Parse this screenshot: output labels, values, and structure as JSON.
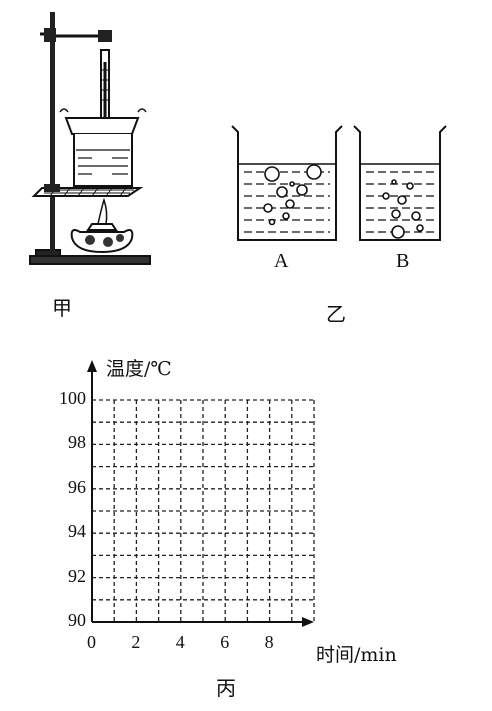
{
  "figure_jia": {
    "caption": "甲"
  },
  "figure_yi": {
    "caption": "乙",
    "beaker_a_label": "A",
    "beaker_b_label": "B"
  },
  "figure_bing": {
    "caption": "丙",
    "chart_data": {
      "type": "line",
      "ylabel": "温度/℃",
      "xlabel": "时间/min",
      "y_ticks": [
        "100",
        "98",
        "96",
        "94",
        "92",
        "90"
      ],
      "x_ticks": [
        "0",
        "2",
        "4",
        "6",
        "8"
      ],
      "ylim": [
        90,
        100
      ],
      "xlim": [
        0,
        10
      ],
      "grid": "dashed",
      "series": []
    }
  }
}
